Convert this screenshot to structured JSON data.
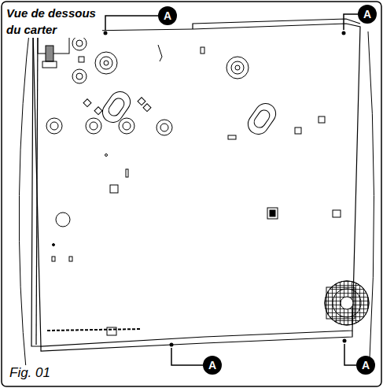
{
  "diagram": {
    "title": "Vue de dessous du carter",
    "caption": "Fig. 01",
    "nodes": [
      {
        "text": [
          "A"
        ]
      },
      {
        "text": [
          "A"
        ]
      },
      {
        "text": [
          "A"
        ]
      },
      {
        "text": [
          "A"
        ]
      }
    ]
  }
}
